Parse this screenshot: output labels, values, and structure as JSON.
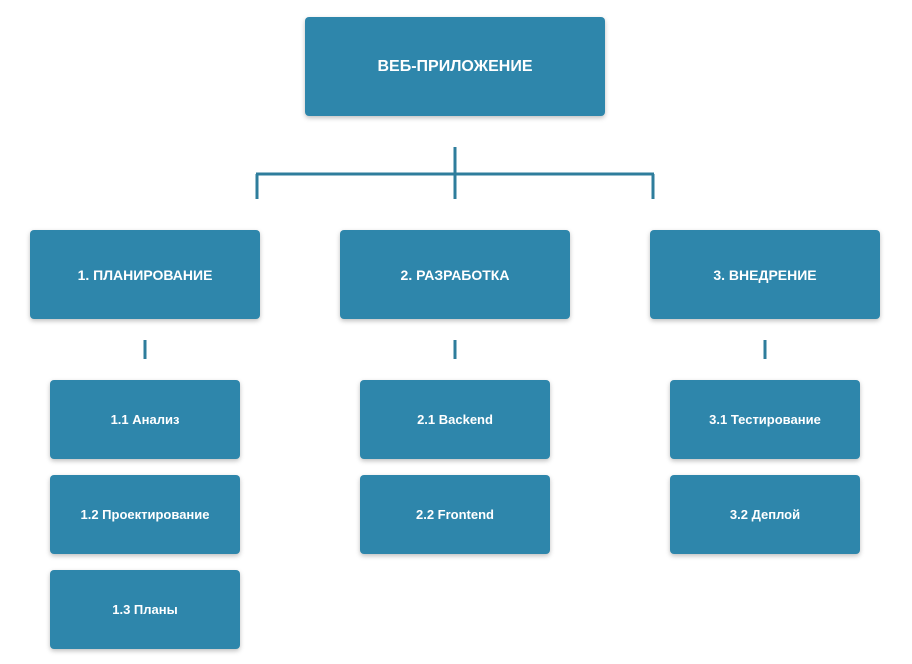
{
  "diagram": {
    "root": {
      "label": "ВЕБ-ПРИЛОЖЕНИЕ"
    },
    "branches": [
      {
        "label": "1. ПЛАНИРОВАНИЕ",
        "children": [
          "1.1 Анализ",
          "1.2 Проектирование",
          "1.3 Планы"
        ]
      },
      {
        "label": "2. РАЗРАБОТКА",
        "children": [
          "2.1 Backend",
          "2.2 Frontend"
        ]
      },
      {
        "label": "3. ВНЕДРЕНИЕ",
        "children": [
          "3.1 Тестирование",
          "3.2 Деплой"
        ]
      }
    ],
    "colors": {
      "node_fill": "#2e86ab",
      "node_text": "#ffffff",
      "connector": "#2e7d9c"
    }
  }
}
